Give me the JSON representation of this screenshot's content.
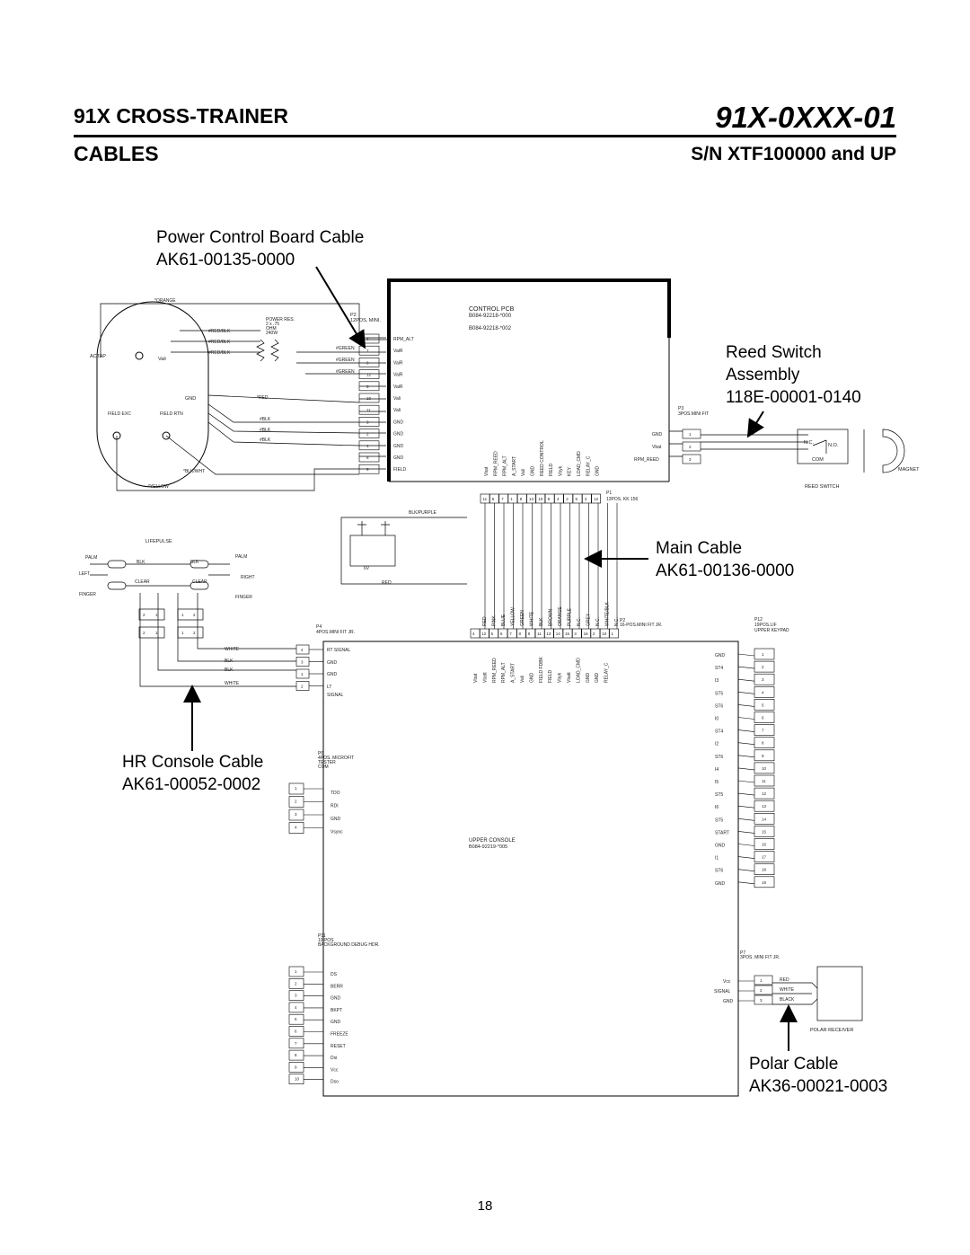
{
  "header": {
    "title_left": "91X CROSS-TRAINER",
    "title_right": "91X-0XXX-01",
    "section": "CABLES",
    "serial": "S/N XTF100000 and UP"
  },
  "callouts": {
    "power_control": [
      "Power Control Board Cable",
      "AK61-00135-0000"
    ],
    "reed_switch": [
      "Reed Switch",
      "Assembly",
      "118E-00001-0140"
    ],
    "main_cable": [
      "Main Cable",
      "AK61-00136-0000"
    ],
    "hr_console": [
      "HR Console Cable",
      "AK61-00052-0002"
    ],
    "polar_cable": [
      "Polar Cable",
      "AK36-00021-0003"
    ]
  },
  "control_pcb": {
    "title": "CONTROL PCB",
    "part1": "B084-92218-*000",
    "part2": "B084-92218-*002",
    "connector_p2": [
      "P2",
      "12POS, MINI."
    ],
    "pins": [
      "4",
      "7",
      "6",
      "12",
      "5",
      "10",
      "11",
      "3",
      "2",
      "1",
      "8",
      "9"
    ],
    "signals": [
      "RPM_ALT",
      "VaiR",
      "VaiR",
      "VaiR",
      "VaiR",
      "Vali",
      "Vali",
      "GND",
      "GND",
      "GND",
      "GND",
      "FIELD"
    ],
    "bottom_signals": [
      "Vbat",
      "RPM_REED",
      "RPM_ALT",
      "A_START",
      "Vali",
      "GND",
      "REED CONTROL",
      "FIELD",
      "Vbyk",
      "KEY",
      "LOAD_CMD",
      "RELAY_C",
      "GND"
    ],
    "p1": [
      "P1",
      "13POS. KK 156"
    ],
    "p1_pins": [
      "11",
      "6",
      "7",
      "1",
      "8",
      "13",
      "10",
      "9",
      "4",
      "2",
      "5",
      "3",
      "12"
    ]
  },
  "alternator": {
    "actap": "ACTAP",
    "vali": "Vali",
    "gnd": "GND",
    "field_exc": "FIELD EXC",
    "field_rtn": "FIELD RTN",
    "orange": "*ORANGE",
    "yellow": "*YELLOW",
    "blkwht": "*BLK/WHT",
    "power_res": [
      "POWER RES.",
      "2 x .75",
      "OHM",
      "240W"
    ],
    "wires": [
      "#RED/BLK",
      "#RED/BLK",
      "#RED/BLK",
      "#GREEN",
      "#GREEN",
      "#GREEN",
      "*RED",
      "#BLK",
      "#BLK",
      "#BLK"
    ]
  },
  "reed": {
    "p3": [
      "P3",
      "3POS.MINI FIT"
    ],
    "labels": [
      "GND",
      "Vbat",
      "RPM_REED"
    ],
    "pins": [
      "1",
      "2",
      "3"
    ],
    "nc": "N.C.",
    "no": "N.O.",
    "com": "COM",
    "reed_switch": "REED SWITCH",
    "magnet": "MAGNET"
  },
  "main": {
    "blk_purple": "BLK/PURPLE",
    "red": "RED",
    "v6": "6V",
    "wire_colors": [
      "RED",
      "PINK",
      "BLUE",
      "YELLOW",
      "GREEN",
      "WHITE",
      "BLK",
      "BROWN",
      "ORANGE",
      "PURPLE",
      "N.C.",
      "GREY",
      "N.C.",
      "WHITE/BLK",
      "N.C."
    ],
    "p2": [
      "P2",
      "16-POS.MINI FIT JR."
    ],
    "p4": [
      "P4",
      "4POS.MINI FIT JR."
    ],
    "p12": [
      "P12",
      "19POS.LIF",
      "UPPER KEYPAD"
    ],
    "p4_pins": [
      "4",
      "12",
      "5",
      "6",
      "7",
      "8",
      "9",
      "11",
      "13",
      "14",
      "15",
      "3",
      "16",
      "2",
      "10",
      "1"
    ]
  },
  "lifepulse": {
    "title": "LIFEPULSE",
    "palm": "PALM",
    "left": "LEFT",
    "right": "RIGHT",
    "finger": "FINGER",
    "blk": "BLK",
    "clear": "CLEAR",
    "white": "WHITE",
    "pins": [
      "2",
      "1",
      "1",
      "2",
      "2",
      "1",
      "1",
      "2"
    ]
  },
  "upper_console": {
    "title": "UPPER CONSOLE",
    "part": "B084-92219-*005",
    "hr_pins": [
      "4",
      "3",
      "1",
      "2"
    ],
    "hr_signals": [
      "RT SIGNAL",
      "GND",
      "GND",
      "LT",
      "SIGNAL"
    ],
    "top_signals": [
      "Vbat",
      "Vbatt",
      "RPM_REED",
      "RPM_ALT",
      "A_START",
      "Vali",
      "GND",
      "FIELD FDBK",
      "FIELD",
      "Vbyk",
      "Vbatt",
      "LOAD_CMD",
      "GND",
      "GND",
      "RELAY_C"
    ],
    "p6": [
      "P6",
      "4POS. MICROFIT",
      "TESTER",
      "COM"
    ],
    "p6_pins": [
      "1",
      "2",
      "3",
      "4"
    ],
    "p6_signals": [
      "TDO",
      "RDI",
      "GND",
      "Vsync"
    ],
    "keypad_signals": [
      "GND",
      "ST4",
      "I3",
      "ST5",
      "ST6",
      "I0",
      "ST4",
      "I2",
      "ST6",
      "I4",
      "I5",
      "ST5",
      "I6",
      "ST5",
      "START",
      "GND",
      "I1",
      "ST6",
      "GND"
    ],
    "keypad_pins": [
      "1",
      "2",
      "3",
      "4",
      "5",
      "6",
      "7",
      "8",
      "9",
      "10",
      "11",
      "12",
      "13",
      "14",
      "15",
      "16",
      "17",
      "18",
      "19"
    ],
    "p11": [
      "P11",
      "10 POS",
      "BACKGROUND DEBUG HDR."
    ],
    "p11_pins": [
      "1",
      "2",
      "3",
      "4",
      "5",
      "6",
      "7",
      "8",
      "9",
      "10"
    ],
    "p11_signals": [
      "DS",
      "BERR",
      "GND",
      "BKPT",
      "GND",
      "FREEZE",
      "RESET",
      "Dsi",
      "Vcc",
      "Dso"
    ],
    "p7": [
      "P7",
      "3POS. MINI FIT JR."
    ],
    "p7_signals": [
      "Vcc",
      "SIGNAL",
      "GND"
    ],
    "p7_pins": [
      "1",
      "2",
      "3"
    ],
    "polar_wires": [
      "RED",
      "WHITE",
      "BLACK"
    ],
    "polar_receiver": "POLAR RECEIVER"
  },
  "footer": {
    "page": "18"
  }
}
